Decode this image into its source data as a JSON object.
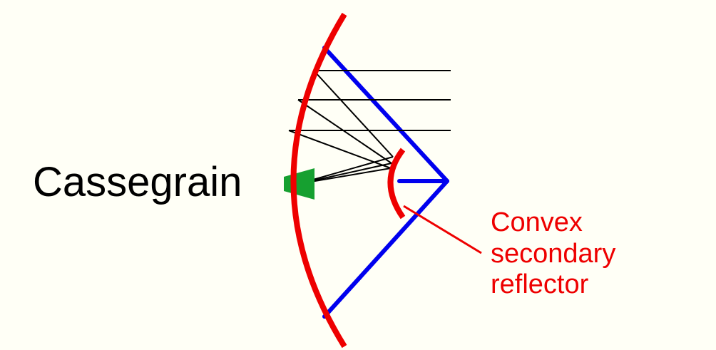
{
  "diagram": {
    "title": "Cassegrain",
    "secondary_label": {
      "lines": [
        "Convex",
        "secondary",
        "reflector"
      ],
      "color": "#ee0000"
    },
    "colors": {
      "background": "#fffff6",
      "reflector": "#ee0000",
      "support_struts": "#0000ee",
      "feed_horn": "#16a030",
      "rays": "#000000",
      "title": "#000000"
    }
  }
}
